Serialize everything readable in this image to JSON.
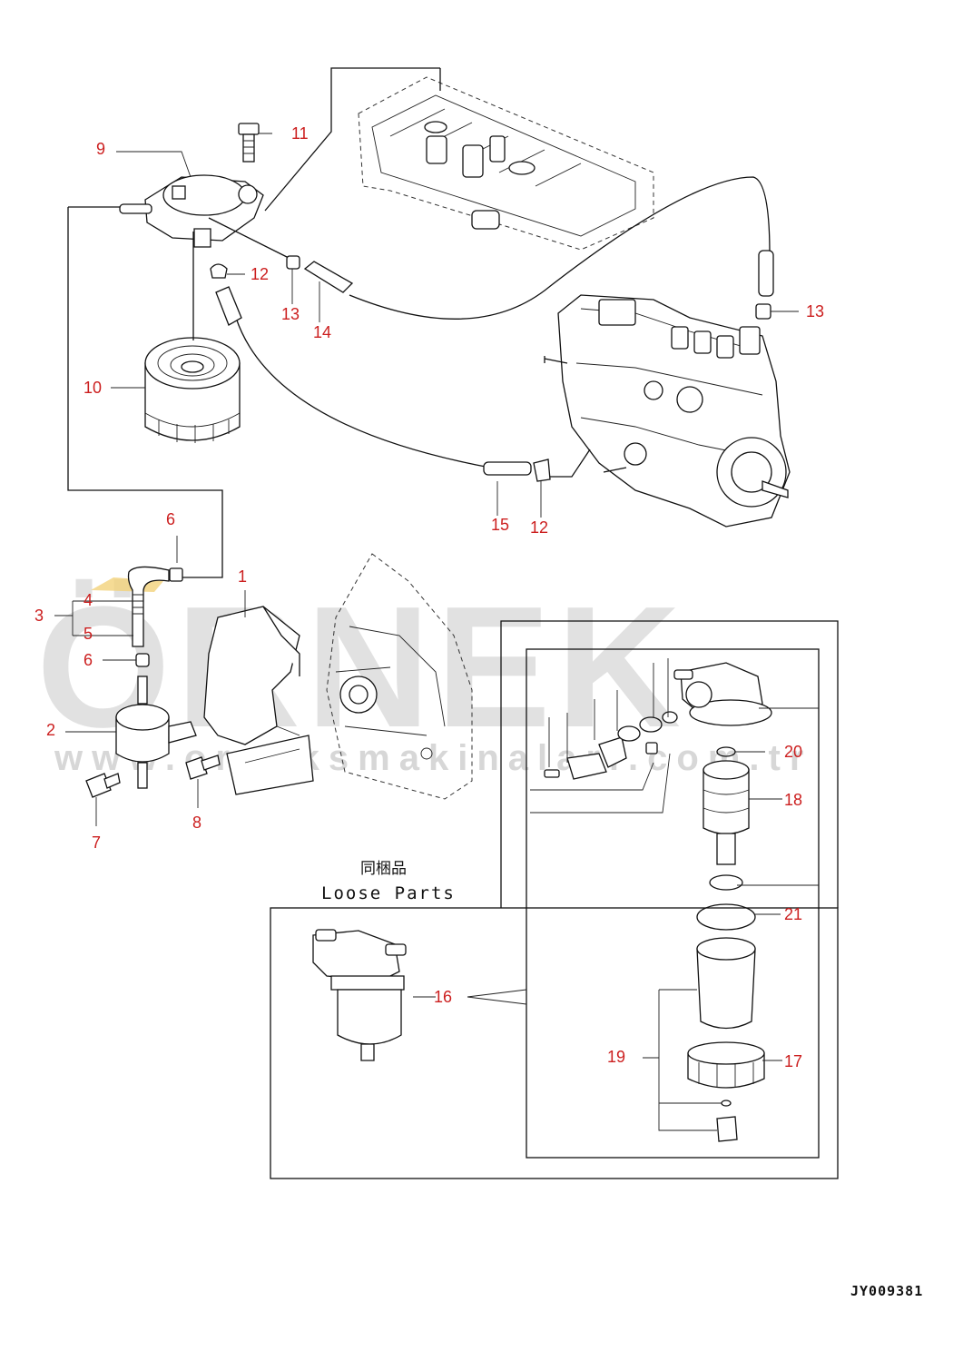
{
  "callouts": {
    "c1": "1",
    "c2": "2",
    "c3": "3",
    "c4": "4",
    "c5": "5",
    "c6a": "6",
    "c6b": "6",
    "c7": "7",
    "c8": "8",
    "c9": "9",
    "c10": "10",
    "c11": "11",
    "c12a": "12",
    "c12b": "12",
    "c13a": "13",
    "c13b": "13",
    "c14": "14",
    "c15": "15",
    "c16": "16",
    "c17": "17",
    "c18": "18",
    "c19": "19",
    "c20": "20",
    "c21": "21"
  },
  "loose_parts": {
    "japanese_label": "同梱品",
    "english_label": "Loose Parts"
  },
  "drawing_id": "JY009381",
  "watermark": {
    "brand": "ÖRNEK",
    "url": "www.orneksmakinalari.com.tr"
  },
  "colors": {
    "callout": "#cc1f1f",
    "linework": "#111111",
    "watermark": "#c9c9c9"
  }
}
